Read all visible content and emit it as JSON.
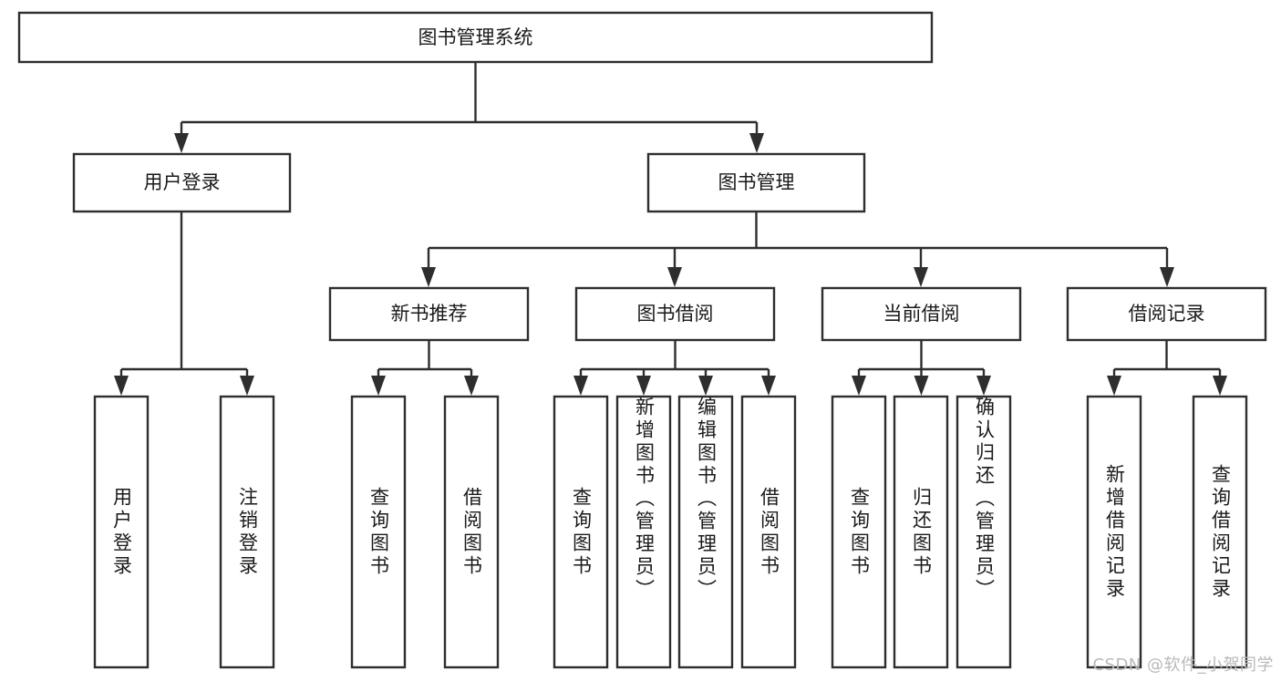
{
  "diagram": {
    "title": "图书管理系统",
    "type": "tree",
    "orientation": "top-down",
    "colors": {
      "box_stroke": "#2e2e2e",
      "box_fill": "#ffffff",
      "connector": "#2e2e2e",
      "text": "#1a1a1a",
      "background": "#ffffff",
      "watermark": "#b9b9b9"
    },
    "root": {
      "label": "图书管理系统"
    },
    "level1": [
      {
        "label": "用户登录"
      },
      {
        "label": "图书管理"
      }
    ],
    "level2": [
      {
        "label": "新书推荐",
        "parent": "图书管理"
      },
      {
        "label": "图书借阅",
        "parent": "图书管理"
      },
      {
        "label": "当前借阅",
        "parent": "图书管理"
      },
      {
        "label": "借阅记录",
        "parent": "图书管理"
      }
    ],
    "leaves": {
      "user_login": [
        {
          "label": "用户登录"
        },
        {
          "label": "注销登录"
        }
      ],
      "new_book_recommend": [
        {
          "label": "查询图书"
        },
        {
          "label": "借阅图书"
        }
      ],
      "book_borrow": [
        {
          "label": "查询图书"
        },
        {
          "label": "新增图书（管理员）"
        },
        {
          "label": "编辑图书（管理员）"
        },
        {
          "label": "借阅图书"
        }
      ],
      "current_borrow": [
        {
          "label": "查询图书"
        },
        {
          "label": "归还图书"
        },
        {
          "label": "确认归还（管理员）"
        }
      ],
      "borrow_record": [
        {
          "label": "新增借阅记录"
        },
        {
          "label": "查询借阅记录"
        }
      ]
    }
  },
  "watermark": {
    "text": "CSDN @软件_小贺同学"
  }
}
